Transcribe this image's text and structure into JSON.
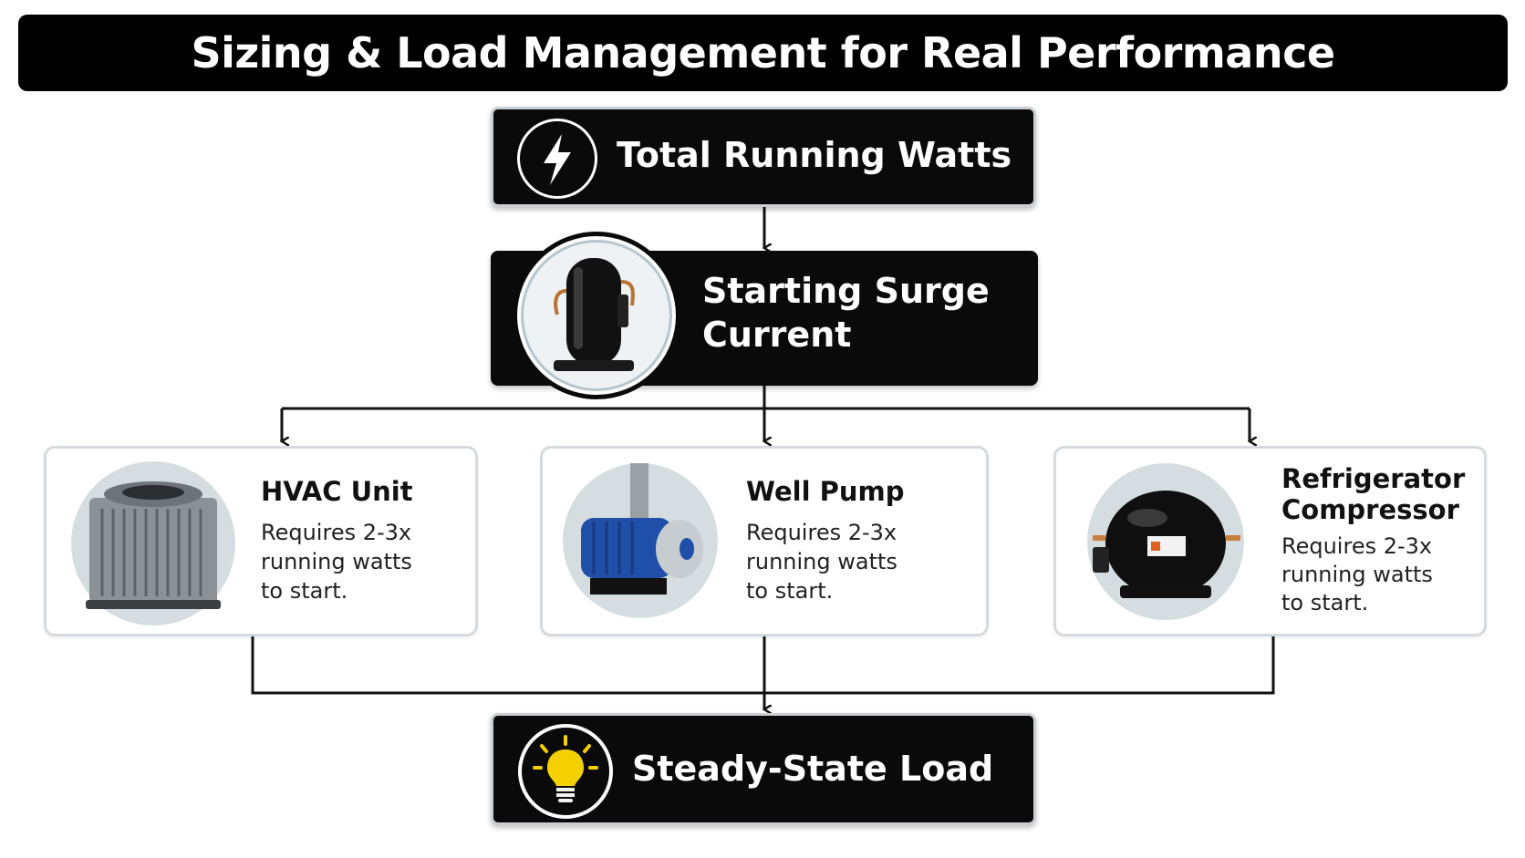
{
  "title": "Sizing & Load Management for Real Performance",
  "nodes": {
    "running": {
      "label": "Total Running Watts",
      "icon": "lightning-bolt-icon"
    },
    "surge": {
      "line1": "Starting Surge",
      "line2": "Current",
      "icon": "compressor-image"
    },
    "steady": {
      "label": "Steady-State Load",
      "icon": "lightbulb-icon"
    }
  },
  "cards": [
    {
      "title": "HVAC Unit",
      "desc1": "Requires 2-3x",
      "desc2": "running watts",
      "desc3": "to start.",
      "icon": "hvac-unit-image"
    },
    {
      "title": "Well Pump",
      "desc1": "Requires 2-3x",
      "desc2": "running watts",
      "desc3": "to start.",
      "icon": "well-pump-image"
    },
    {
      "title1": "Refrigerator",
      "title2": "Compressor",
      "desc1": "Requires 2-3x",
      "desc2": "running watts",
      "desc3": "to start.",
      "icon": "refrigerator-compressor-image"
    }
  ],
  "colors": {
    "dark": "#0a0a0a",
    "border": "#d4dade",
    "bulb": "#f5d000"
  }
}
